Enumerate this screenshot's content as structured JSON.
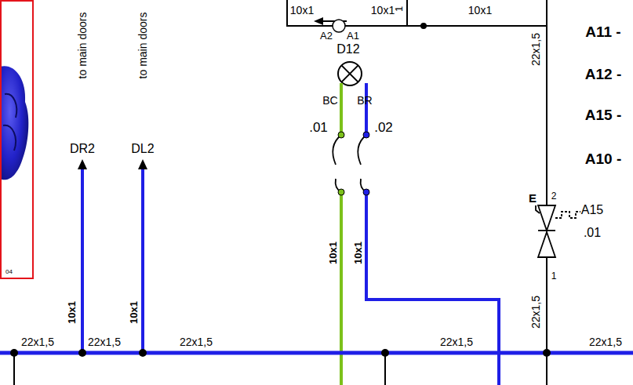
{
  "diagram": {
    "nodes": [
      {
        "text": [
          "04"
        ]
      }
    ],
    "labels": [
      "10x1",
      "10x1",
      "1",
      "10x1",
      "A11 -",
      "to main doors",
      "to main doors",
      "A2",
      "A1",
      "D12",
      "22x1,5",
      "A12 -",
      "A15 -",
      "BC",
      "BR",
      "DR2",
      "DL2",
      ".01",
      ".02",
      "A10 -",
      "E",
      "2",
      "A15",
      ".01",
      "1",
      "22x1,5",
      "10x1",
      "10x1",
      "10x1",
      "10x1",
      "22x1,5",
      "22x1,5",
      "22x1,5",
      "22x1,5",
      "22x1,5"
    ]
  }
}
